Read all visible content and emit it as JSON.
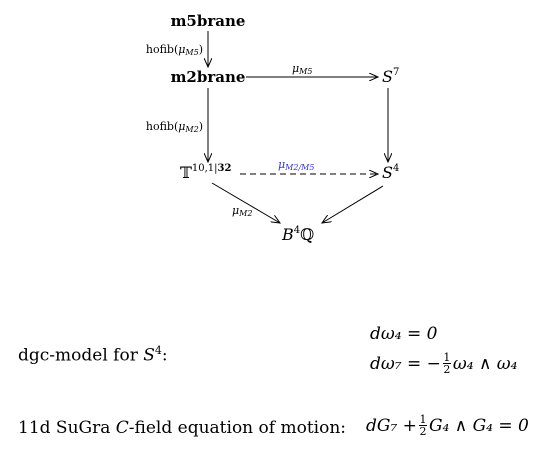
{
  "diagram": {
    "nodes": {
      "m5brane": "m5brane",
      "m2brane": "m2brane",
      "torus_base": "𝕋",
      "torus_sup": "10,1|",
      "torus_sup_bold": "32",
      "s7_base": "S",
      "s7_sup": "7",
      "s4_base": "S",
      "s4_sup": "4",
      "b4q_base": "B",
      "b4q_sup": "4",
      "b4q_q": "ℚ"
    },
    "edges": {
      "hofib_m5_pre": "hofib(",
      "hofib_m5_mu": "μ",
      "hofib_m5_sub": "M5",
      "hofib_m5_post": ")",
      "mu_m5": "μ",
      "mu_m5_sub": "M5",
      "hofib_m2_pre": "hofib(",
      "hofib_m2_mu": "μ",
      "hofib_m2_sub": "M2",
      "hofib_m2_post": ")",
      "mu_m2m5": "μ",
      "mu_m2m5_sub": "M2/M5",
      "mu_m2": "μ",
      "mu_m2_sub": "M2"
    },
    "accent_color": "#3333cc"
  },
  "model": {
    "label_pre": "dgc-model for ",
    "label_S": "S",
    "label_sup": "4",
    "label_post": ":",
    "eq1": "dω₄ = 0",
    "eq2_left": "dω₇ = −",
    "eq2_num": "1",
    "eq2_den": "2",
    "eq2_right": "ω₄ ∧ ω₄"
  },
  "sugra": {
    "label_pre": "11d SuGra ",
    "label_C": "C",
    "label_post": "-field equation of motion:",
    "eq_left": "dG₇ + ",
    "eq_num": "1",
    "eq_den": "2",
    "eq_right": "G₄ ∧ G₄ = 0"
  }
}
